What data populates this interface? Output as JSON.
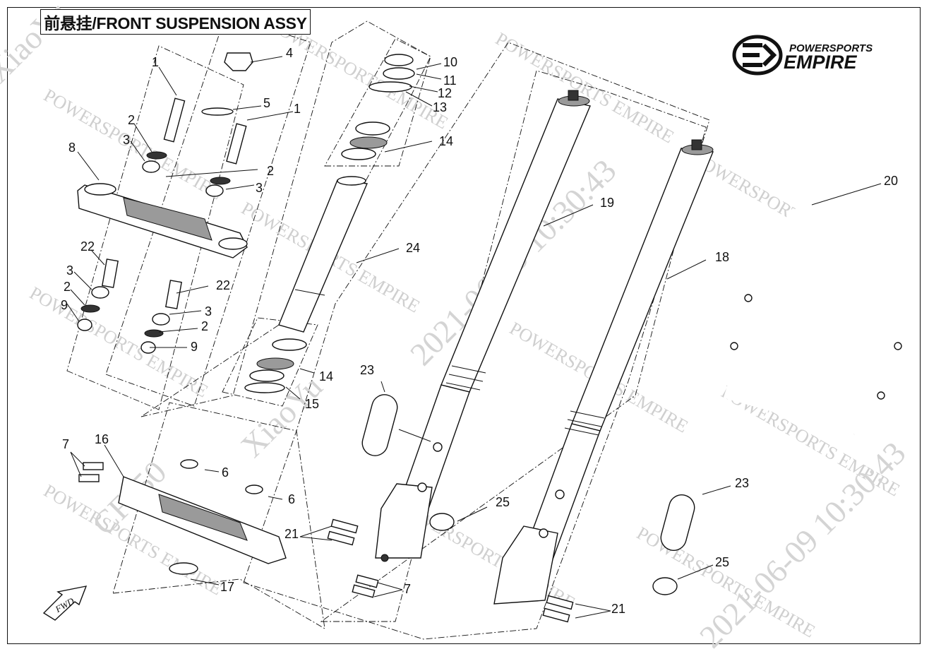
{
  "title": "前悬挂/FRONT SUSPENSION ASSY",
  "brand": {
    "line1": "POWERSPORTS",
    "line2": "EMPIRE"
  },
  "watermarks": [
    "POWERSPORTS EMPIRE",
    "2021-06-09 10:30:43",
    "XiaoYu",
    "CF050"
  ],
  "fwd_label": "FWD",
  "callouts": [
    {
      "id": "c1a",
      "label": "1"
    },
    {
      "id": "c1b",
      "label": "1"
    },
    {
      "id": "c2a",
      "label": "2"
    },
    {
      "id": "c2b",
      "label": "2"
    },
    {
      "id": "c2c",
      "label": "2"
    },
    {
      "id": "c2d",
      "label": "2"
    },
    {
      "id": "c3a",
      "label": "3"
    },
    {
      "id": "c3b",
      "label": "3"
    },
    {
      "id": "c3c",
      "label": "3"
    },
    {
      "id": "c3d",
      "label": "3"
    },
    {
      "id": "c4",
      "label": "4"
    },
    {
      "id": "c5",
      "label": "5"
    },
    {
      "id": "c6a",
      "label": "6"
    },
    {
      "id": "c6b",
      "label": "6"
    },
    {
      "id": "c7a",
      "label": "7"
    },
    {
      "id": "c7b",
      "label": "7"
    },
    {
      "id": "c8",
      "label": "8"
    },
    {
      "id": "c9a",
      "label": "9"
    },
    {
      "id": "c9b",
      "label": "9"
    },
    {
      "id": "c10",
      "label": "10"
    },
    {
      "id": "c11",
      "label": "11"
    },
    {
      "id": "c12",
      "label": "12"
    },
    {
      "id": "c13",
      "label": "13"
    },
    {
      "id": "c14a",
      "label": "14"
    },
    {
      "id": "c14b",
      "label": "14"
    },
    {
      "id": "c15",
      "label": "15"
    },
    {
      "id": "c16",
      "label": "16"
    },
    {
      "id": "c17",
      "label": "17"
    },
    {
      "id": "c18",
      "label": "18"
    },
    {
      "id": "c19",
      "label": "19"
    },
    {
      "id": "c20",
      "label": "20"
    },
    {
      "id": "c21a",
      "label": "21"
    },
    {
      "id": "c21b",
      "label": "21"
    },
    {
      "id": "c22a",
      "label": "22"
    },
    {
      "id": "c22b",
      "label": "22"
    },
    {
      "id": "c23a",
      "label": "23"
    },
    {
      "id": "c23b",
      "label": "23"
    },
    {
      "id": "c24",
      "label": "24"
    },
    {
      "id": "c25a",
      "label": "25"
    },
    {
      "id": "c25b",
      "label": "25"
    }
  ]
}
